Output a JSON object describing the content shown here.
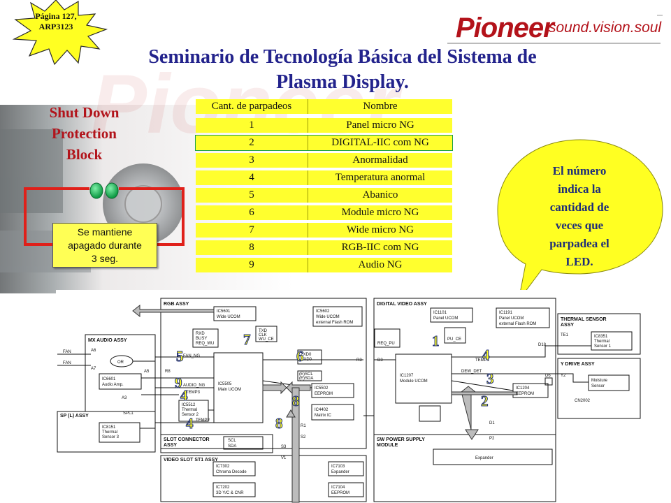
{
  "page_ref": [
    "Página 127,",
    "ARP3123"
  ],
  "brand": {
    "logo": "Pioneer",
    "slogan": "sound.vision.soul"
  },
  "title": [
    "Seminario de Tecnología Básica del Sistema de",
    "Plasma Display."
  ],
  "side_title": [
    "Shut Down",
    "Protection",
    "Block"
  ],
  "keep_off_note": [
    "Se mantiene",
    "apagado durante",
    "3 seg."
  ],
  "table": {
    "headers": [
      "Cant. de parpadeos",
      "Nombre"
    ],
    "rows": [
      [
        "1",
        "Panel micro NG"
      ],
      [
        "2",
        "DIGITAL-IIC com NG"
      ],
      [
        "3",
        "Anormalidad"
      ],
      [
        "4",
        "Temperatura anormal"
      ],
      [
        "5",
        "Abanico"
      ],
      [
        "6",
        "Module micro NG"
      ],
      [
        "7",
        "Wide micro NG"
      ],
      [
        "8",
        "RGB-IIC com NG"
      ],
      [
        "9",
        "Audio NG"
      ]
    ]
  },
  "callout": [
    "El número",
    "indica la",
    "cantidad de",
    "veces que",
    "parpadea el",
    "LED."
  ],
  "colors": {
    "title": "#23238c",
    "red_text": "#b2141b",
    "table_yellow": "#ffff2e",
    "led_green": "#19b85a",
    "wire_red": "#e0201a"
  },
  "diagram": {
    "rgb_assy": "RGB ASSY",
    "digital_video_assy": "DIGITAL VIDEO ASSY",
    "thermal_sensor_assy": [
      "THERMAL SENSOR",
      "ASSY"
    ],
    "mx_audio_assy": "MX AUDIO ASSY",
    "y_drive_assy": "Y DRIVE ASSY",
    "sp_l_assy": "SP (L) ASSY",
    "slot_connector_assy": [
      "SLOT CONNECTOR",
      "ASSY"
    ],
    "sw_power_supply": [
      "SW POWER SUPPLY",
      "MODULE"
    ],
    "video_slot": "VIDEO SLOT ST1 ASSY",
    "ic5601": [
      "IC5601",
      "Wide UCOM"
    ],
    "ic5602": [
      "IC5602",
      "Wide UCOM",
      "external Flash ROM"
    ],
    "ic1101": [
      "IC1101",
      "Panel UCOM"
    ],
    "ic1191": [
      "IC1191",
      "Panel UCOM",
      "external Flash ROM"
    ],
    "ic8351": [
      "IC8351",
      "Thermal",
      "Sensor 1"
    ],
    "ic5505": [
      "IC5505",
      "Main UCOM"
    ],
    "ic1207": [
      "IC1207",
      "Module UCOM"
    ],
    "ic5502": [
      "IC5502",
      "EEPROM"
    ],
    "ic1204": [
      "IC1204",
      "EEPROM"
    ],
    "ic4402": [
      "IC4402",
      "Matrix IC"
    ],
    "ic5512": [
      "IC5512",
      "Thermal",
      "Sensor 2"
    ],
    "ic6601": [
      "IC6601",
      "Audio Amp."
    ],
    "ic8151": [
      "IC8151",
      "Thermal",
      "Sensor 3"
    ],
    "moisture": [
      "Moisture",
      "Sensor"
    ],
    "expander": "Expander",
    "ic7302": [
      "IC7302",
      "Chroma Decode"
    ],
    "ic7103": [
      "IC7103",
      "Expander"
    ],
    "ic7202": [
      "IC7202",
      "3D Y/C & CNR"
    ],
    "ic7104": [
      "IC7104",
      "EEPROM"
    ],
    "or_gate": "OR",
    "fan_labels": [
      "FAN",
      "FAN"
    ],
    "signals": [
      "FAN_NG",
      "AUDIO_NG",
      "TEMP3",
      "TEMP2",
      "TEMP1",
      "DEW_DET",
      "RXD",
      "BUSY",
      "REQ_WU",
      "REQ_PU",
      "TXD",
      "CLK",
      "WU_CE",
      "PU_CE",
      "TXD0",
      "RXD0",
      "(E)SCL",
      "(E)SDA",
      "SCL",
      "SDA",
      "CN2002"
    ],
    "connectors": [
      "A6",
      "A7",
      "A5",
      "A3",
      "R8",
      "SPL1",
      "R3",
      "D3",
      "D18",
      "TE1",
      "D6",
      "Y2",
      "D1",
      "P2",
      "S2",
      "S3",
      "R1",
      "V1"
    ],
    "blink_markers": [
      "1",
      "2",
      "3",
      "4",
      "4",
      "4",
      "5",
      "6",
      "7",
      "8",
      "8",
      "9"
    ]
  }
}
